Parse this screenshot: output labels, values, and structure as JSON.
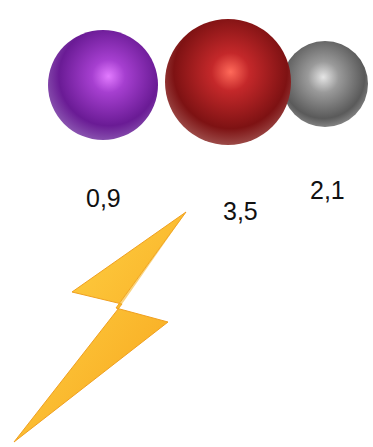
{
  "diagram": {
    "labels": [
      "0,9",
      "3,5",
      "2,1"
    ]
  }
}
